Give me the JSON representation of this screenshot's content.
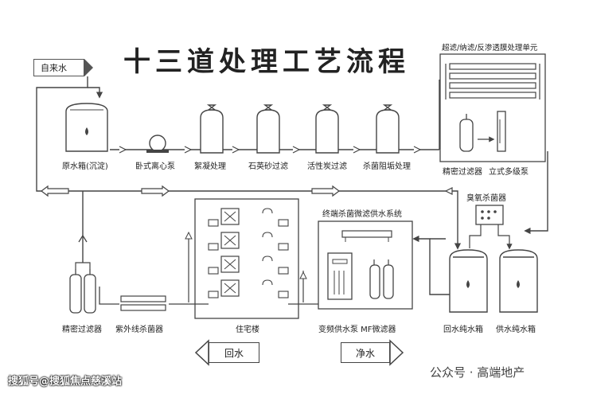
{
  "title": "十三道处理工艺流程",
  "input_label": "自来水",
  "uf_unit_label": "超滤/纳滤/反渗透膜处理单元",
  "steps": {
    "raw_tank": "原水箱(沉淀)",
    "pump": "卧式离心泵",
    "coag": "絮凝处理",
    "quartz": "石英砂过滤",
    "carbon": "活性炭过滤",
    "sterile": "杀菌阻垢处理",
    "precision1": "精密过滤器",
    "vpump": "立式多级泵",
    "ozone": "臭氧杀菌器",
    "return_tank": "回水纯水箱",
    "supply_tank": "供水纯水箱",
    "terminal": "终端杀菌微滤供水系统",
    "vfd": "变频供水泵 MF微滤器",
    "house": "住宅楼",
    "uv": "紫外线杀菌器",
    "precision2": "精密过滤器"
  },
  "flow": {
    "return_water": "回水",
    "pure_water": "净水"
  },
  "watermark_left": "搜狐号@搜狐焦点慈溪站",
  "watermark_right": "公众号 · 高端地产"
}
